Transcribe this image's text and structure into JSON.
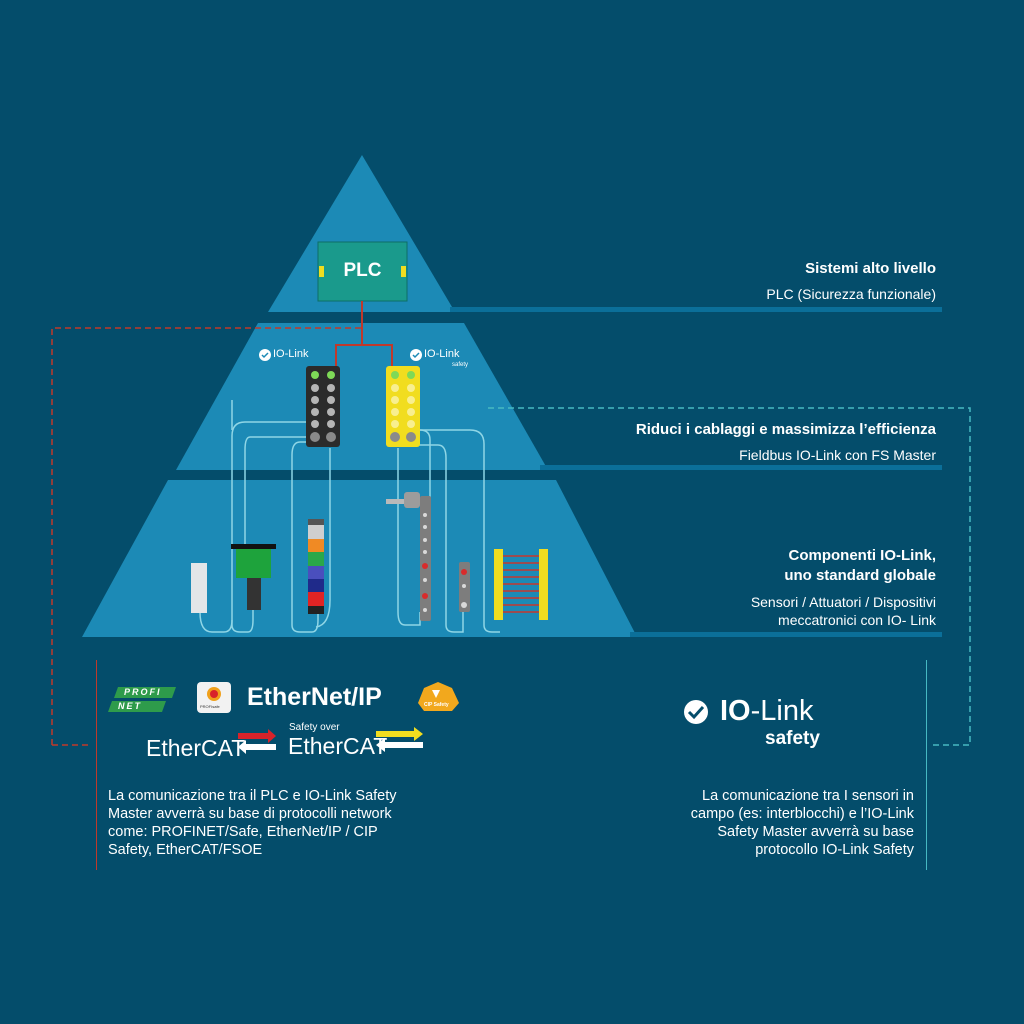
{
  "colors": {
    "background": "#044d6b",
    "pyramid": "#1c8ab6",
    "band": "#0b6f99",
    "red_dashed": "#c0392b",
    "teal_dashed": "#46b9c2",
    "plc_box": "#1a9a8c",
    "yellow": "#f1dd1f"
  },
  "levels": [
    {
      "title": "Sistemi alto livello",
      "subtitle": "PLC (Sicurezza funzionale)"
    },
    {
      "title": "Riduci i cablaggi e massimizza l’efficienza",
      "subtitle": "Fieldbus IO-Link con FS Master"
    },
    {
      "title_lines": [
        "Componenti IO-Link,",
        "uno standard globale"
      ],
      "subtitle_lines": [
        "Sensori / Attuatori / Dispositivi",
        "meccatronici con IO- Link"
      ]
    }
  ],
  "plc": {
    "label": "PLC"
  },
  "masters": {
    "black_label": "IO-Link",
    "yellow_label": "IO-Link",
    "yellow_sublabel": "safety"
  },
  "logos": {
    "profinet_top": "PROFI",
    "profinet_bottom": "NET",
    "profisafe": "PROFIsafe",
    "ethernet_ip": "EtherNet/IP",
    "cip_safety": "CIP Safety",
    "ethercat": "EtherCAT",
    "safety_over": "Safety over",
    "ethercat2": "EtherCAT"
  },
  "io_link_safety_logo": {
    "main_bold": "IO",
    "main_rest": "-Link",
    "sub": "safety"
  },
  "left_text": [
    "La comunicazione tra il PLC e IO-Link Safety",
    "Master avverrà su base di protocolli network",
    "come: PROFINET/Safe, EtherNet/IP / CIP",
    "Safety, EtherCAT/FSOE"
  ],
  "right_text": [
    "La comunicazione tra I sensori in",
    "campo (es: interblocchi) e l’IO-Link",
    "Safety Master avverrà su base",
    "protocollo IO-Link Safety"
  ]
}
